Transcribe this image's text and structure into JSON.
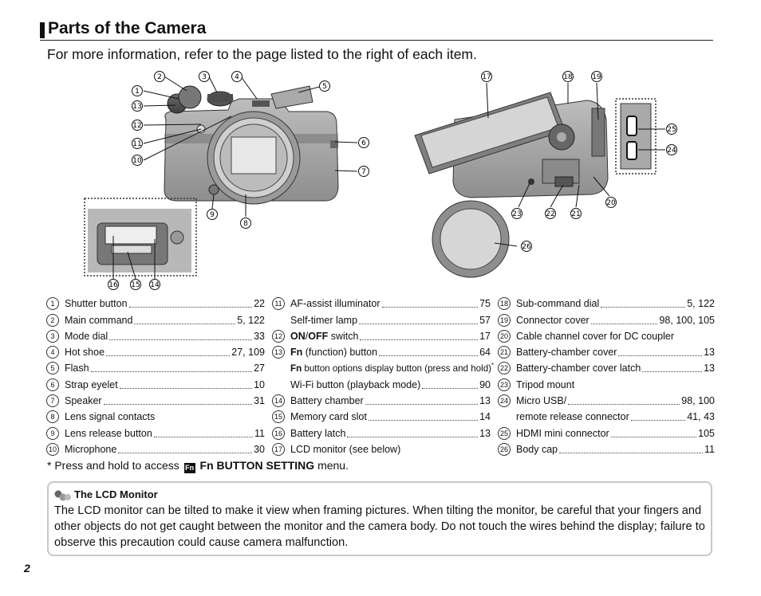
{
  "page": {
    "title": "Parts of the Camera",
    "intro": "For more information, refer to the page listed to the right of each item.",
    "page_number": "2"
  },
  "callouts": {
    "n1": "1",
    "n2": "2",
    "n3": "3",
    "n4": "4",
    "n5": "5",
    "n6": "6",
    "n7": "7",
    "n8": "8",
    "n9": "9",
    "n10": "10",
    "n11": "11",
    "n12": "12",
    "n13": "13",
    "n14": "14",
    "n15": "15",
    "n16": "16",
    "n17": "17",
    "n18": "18",
    "n19": "19",
    "n20": "20",
    "n21": "21",
    "n22": "22",
    "n23": "23",
    "n24": "24",
    "n25": "25",
    "n26": "26"
  },
  "parts_col1": [
    {
      "num": "1",
      "name": "Shutter button",
      "page": "22"
    },
    {
      "num": "2",
      "name": "Main command",
      "page": "5, 122"
    },
    {
      "num": "3",
      "name": "Mode dial",
      "page": "33"
    },
    {
      "num": "4",
      "name": "Hot shoe",
      "page": "27, 109"
    },
    {
      "num": "5",
      "name": "Flash",
      "page": "27"
    },
    {
      "num": "6",
      "name": "Strap eyelet",
      "page": "10"
    },
    {
      "num": "7",
      "name": "Speaker",
      "page": "31"
    },
    {
      "num": "8",
      "name": "Lens signal contacts",
      "page": ""
    },
    {
      "num": "9",
      "name": "Lens release button",
      "page": "11"
    },
    {
      "num": "10",
      "name": "Microphone",
      "page": "30"
    }
  ],
  "parts_col2": {
    "r11": {
      "num": "11",
      "name": "AF-assist illuminator",
      "page": "75"
    },
    "r11b": {
      "name": "Self-timer lamp",
      "page": "57"
    },
    "r12": {
      "num": "12",
      "name_bold": "ON",
      "slash": "/",
      "name_bold2": "OFF",
      "name": " switch",
      "page": "17"
    },
    "r13": {
      "num": "13",
      "name_bold": "Fn",
      "name": " (function) button",
      "page": "64"
    },
    "r13b": {
      "name_bold": "Fn",
      "name": " button options display button (press and hold)",
      "sup": "*"
    },
    "r13c": {
      "name": "Wi-Fi button (playback mode)",
      "page": "90"
    },
    "r14": {
      "num": "14",
      "name": "Battery chamber",
      "page": "13"
    },
    "r15": {
      "num": "15",
      "name": "Memory card slot",
      "page": "14"
    },
    "r16": {
      "num": "16",
      "name": "Battery latch",
      "page": "13"
    },
    "r17": {
      "num": "17",
      "name": "LCD monitor (see below)"
    }
  },
  "parts_col3": {
    "r18": {
      "num": "18",
      "name": "Sub-command dial",
      "page": "5, 122"
    },
    "r19": {
      "num": "19",
      "name": "Connector cover",
      "page": "98, 100, 105"
    },
    "r20": {
      "num": "20",
      "name": "Cable channel cover for DC coupler"
    },
    "r21": {
      "num": "21",
      "name": "Battery-chamber cover",
      "page": "13"
    },
    "r22": {
      "num": "22",
      "name": "Battery-chamber cover latch",
      "page": "13"
    },
    "r23": {
      "num": "23",
      "name": "Tripod mount"
    },
    "r24": {
      "num": "24",
      "name": "Micro USB/",
      "page": "98, 100"
    },
    "r24b": {
      "name": "remote release connector",
      "page": "41, 43"
    },
    "r25": {
      "num": "25",
      "name": "HDMI mini connector",
      "page": "105"
    },
    "r26": {
      "num": "26",
      "name": "Body cap",
      "page": "11"
    }
  },
  "footnote": {
    "prefix": "* Press and hold to access",
    "key": "Fn",
    "setting": "Fn BUTTON SETTING",
    "suffix": "menu."
  },
  "note": {
    "title": "The LCD Monitor",
    "body": "The LCD monitor can be tilted to make it view when framing pictures.  When tilting the monitor, be careful that your fingers and other objects do not get caught between the monitor and the camera body. Do not touch the wires behind the display; failure to observe this precaution could cause camera malfunction."
  },
  "colors": {
    "text": "#111111",
    "note_border": "#c8c8c8",
    "illustration": "#8a8a8a"
  },
  "icons": [
    "note-icon"
  ]
}
